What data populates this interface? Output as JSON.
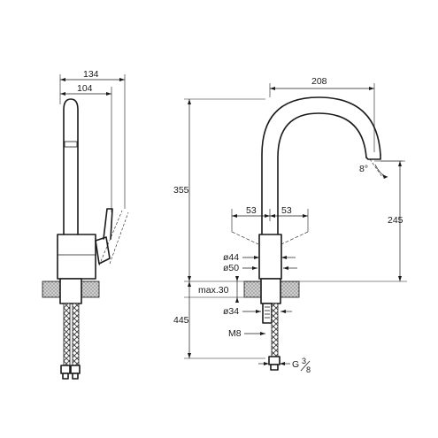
{
  "dimensions": {
    "side_view": {
      "overall_depth": "134",
      "spout_depth": "104"
    },
    "front_view": {
      "spout_reach": "208",
      "total_height": "355",
      "spout_height": "245",
      "handle_left": "53",
      "handle_right": "53",
      "body_diameter": "ø44",
      "base_diameter": "ø50",
      "max_counter": "max.30",
      "below_counter": "445",
      "shank_diameter": "ø34",
      "thread": "M8",
      "connection": "G",
      "connection_fraction_num": "3",
      "connection_fraction_den": "8",
      "angle": "8°"
    }
  }
}
